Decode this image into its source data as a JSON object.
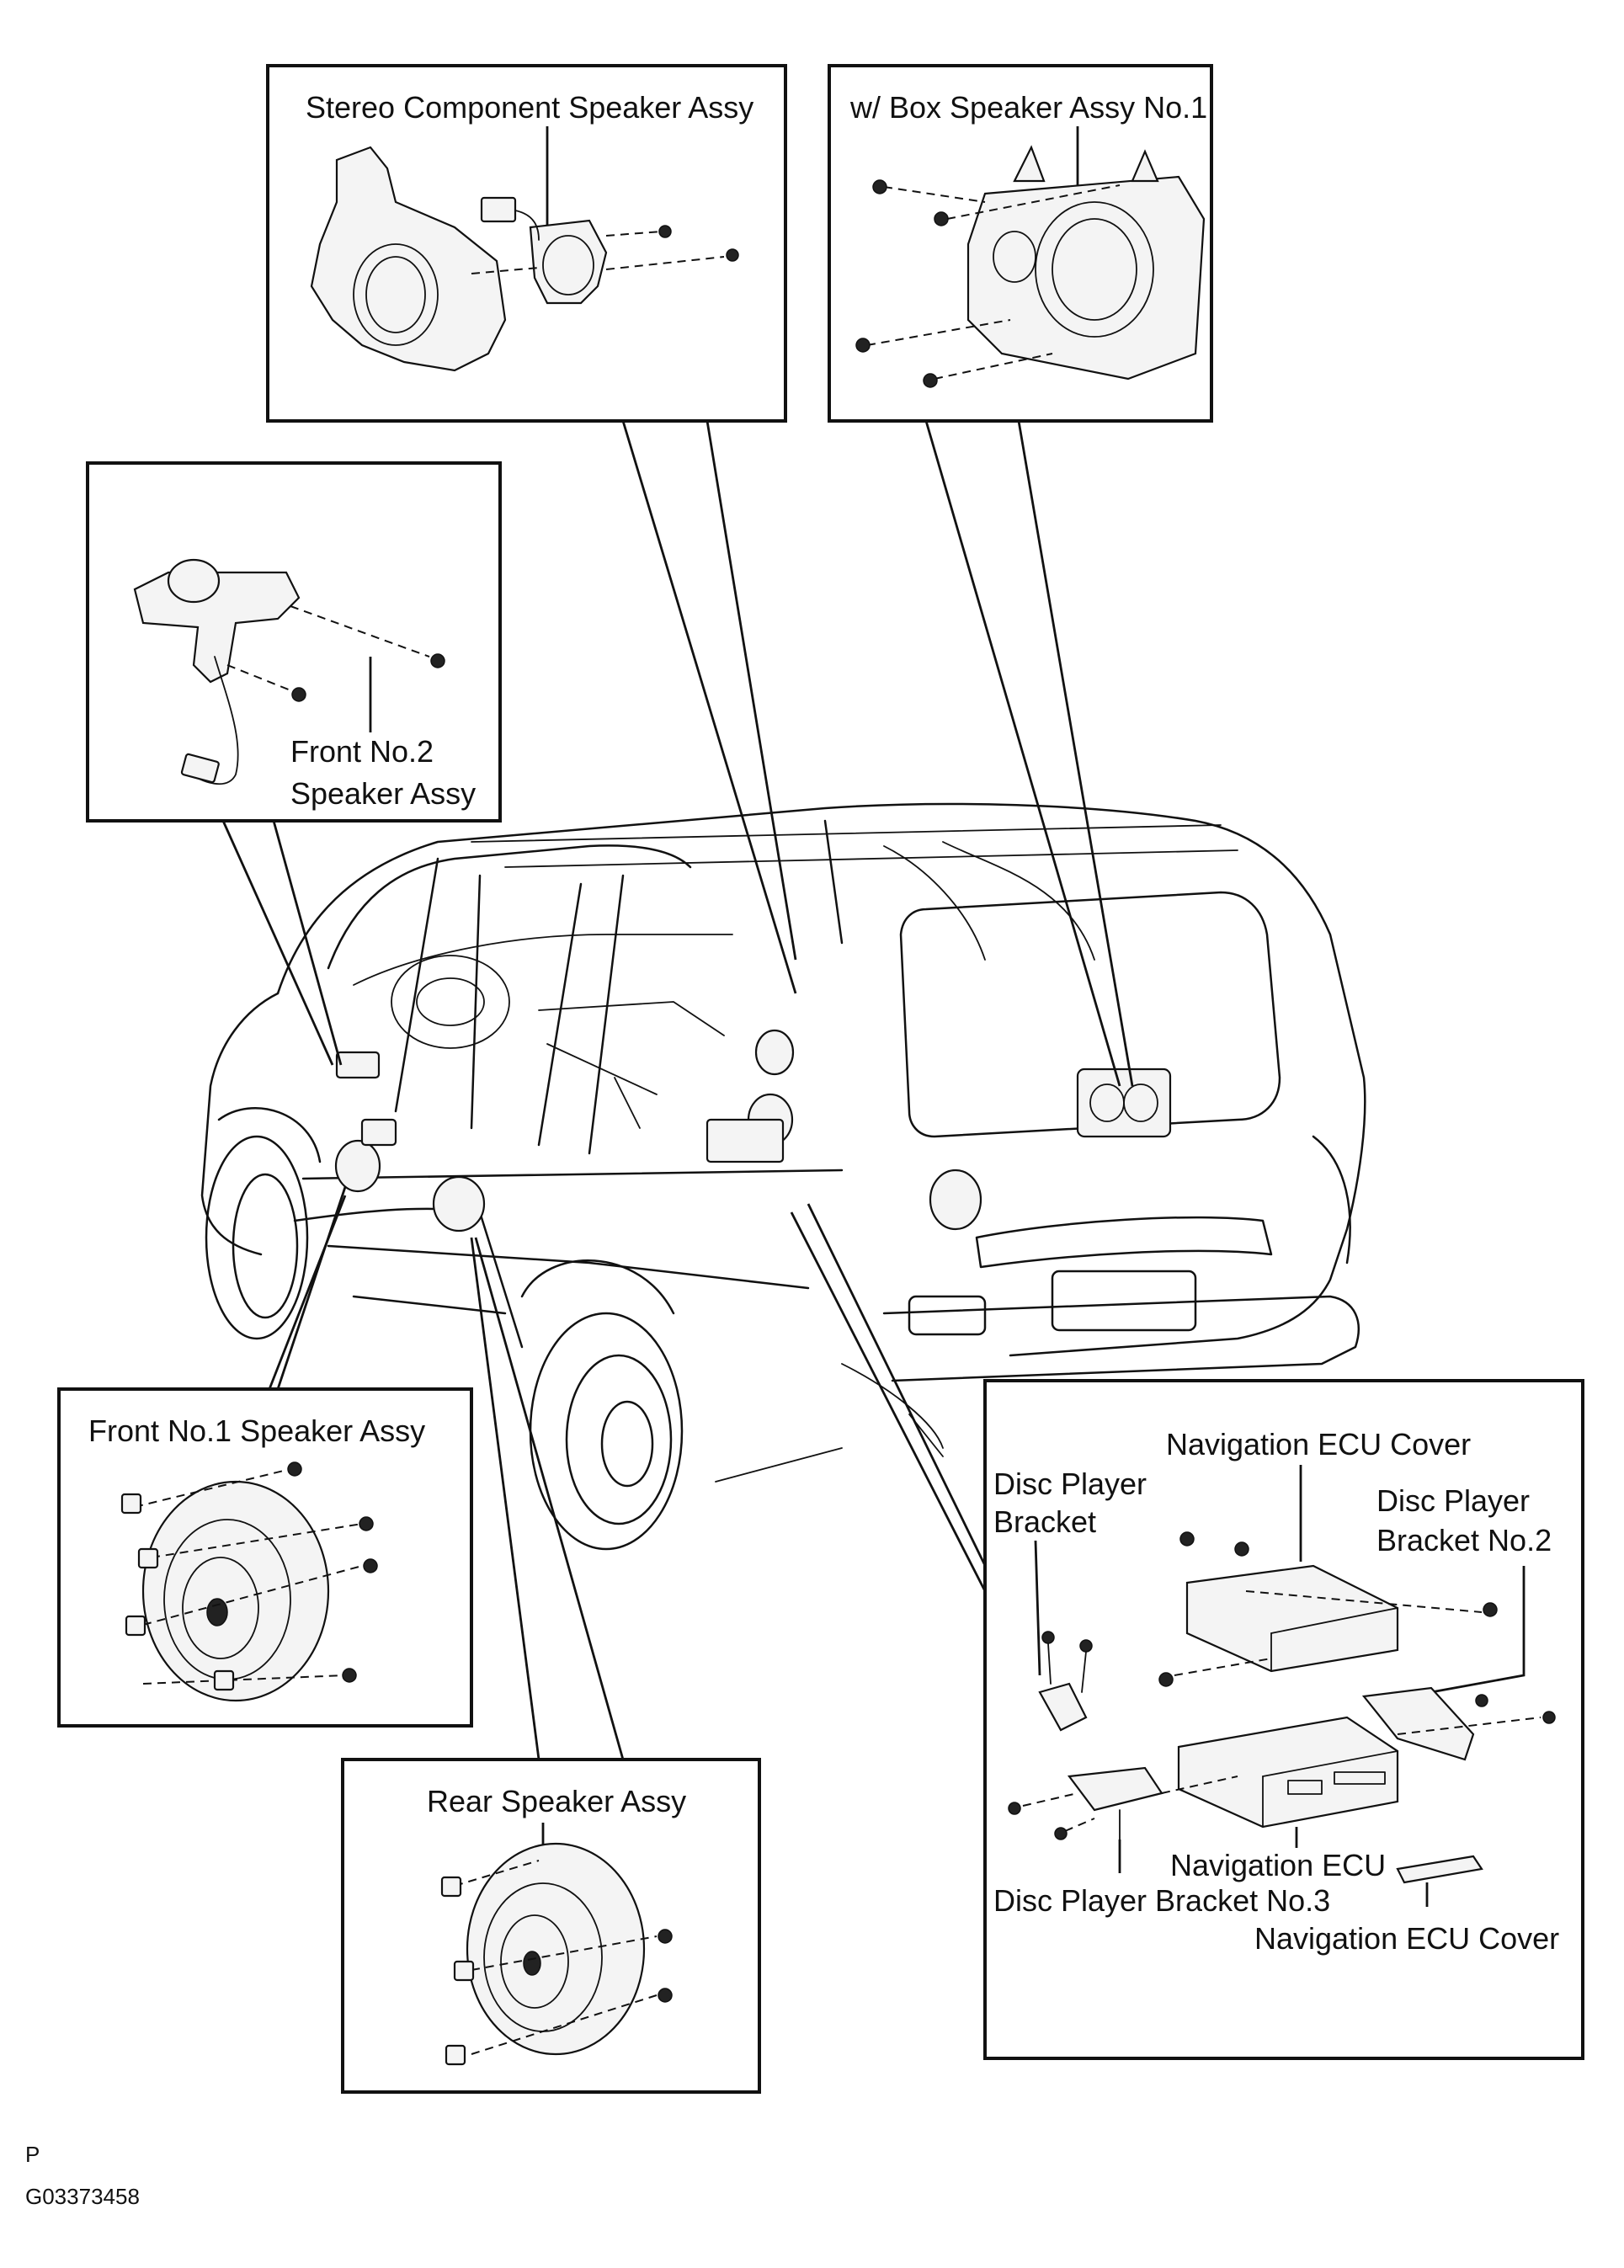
{
  "labels": {
    "stereo_component": "Stereo Component Speaker Assy",
    "box_speaker": "w/ Box Speaker Assy No.1",
    "front_no2_l1": "Front No.2",
    "front_no2_l2": "Speaker Assy",
    "front_no1": "Front No.1 Speaker Assy",
    "rear_speaker": "Rear Speaker Assy",
    "nav_ecu_cover_top": "Navigation ECU Cover",
    "disc_bracket_l1": "Disc Player",
    "disc_bracket_l2": "Bracket",
    "disc_bracket2_l1": "Disc Player",
    "disc_bracket2_l2": "Bracket No.2",
    "nav_ecu": "Navigation ECU",
    "disc_bracket3": "Disc Player Bracket No.3",
    "nav_ecu_cover_bottom": "Navigation ECU Cover"
  },
  "footer": {
    "marker": "P",
    "figure_code": "G03373458"
  }
}
